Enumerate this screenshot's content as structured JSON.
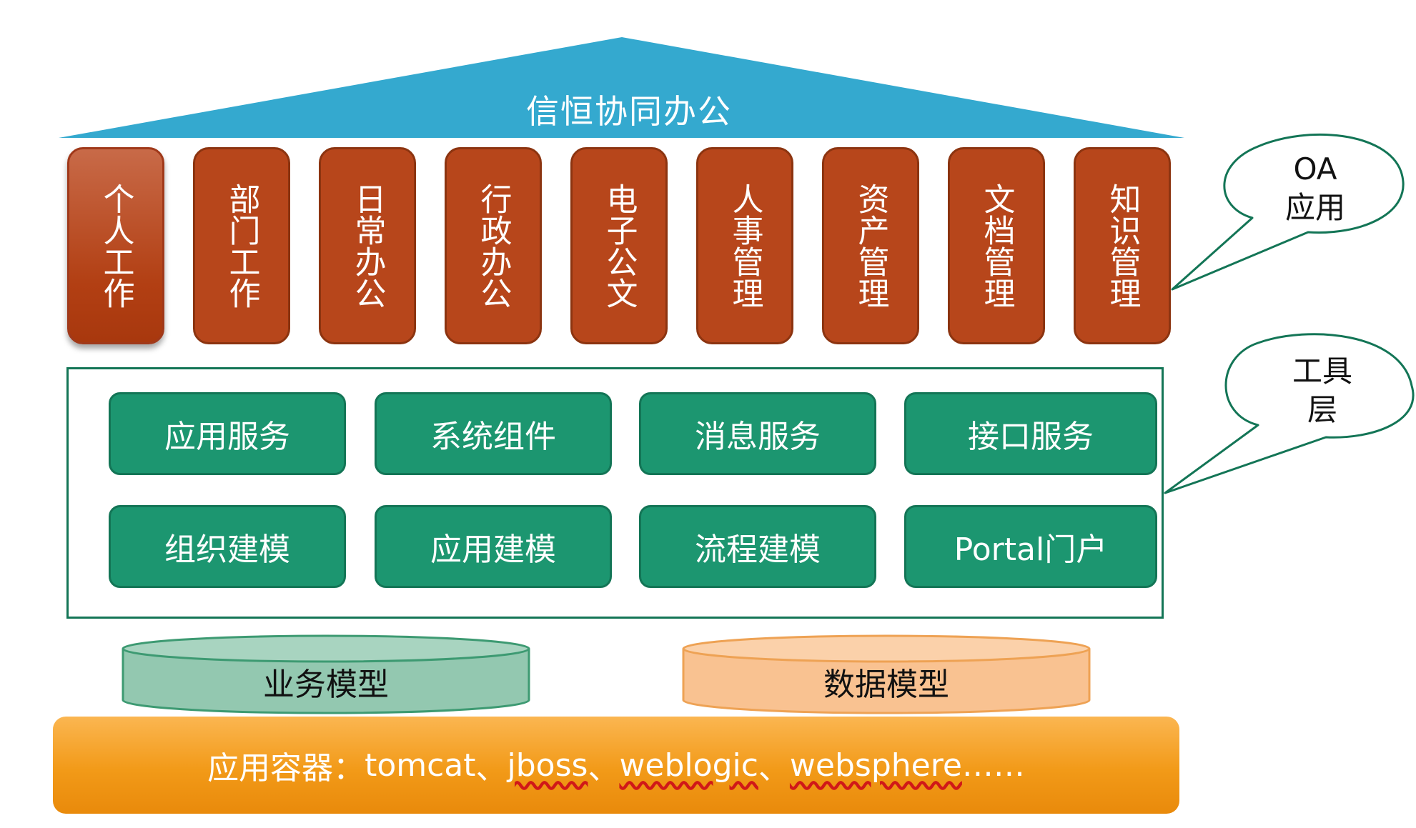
{
  "roof": {
    "title": "信恒协同办公",
    "color": "#34a9cf"
  },
  "apps": [
    {
      "label": "个人工作",
      "active": true
    },
    {
      "label": "部门工作"
    },
    {
      "label": "日常办公"
    },
    {
      "label": "行政办公"
    },
    {
      "label": "电子公文"
    },
    {
      "label": "人事管理"
    },
    {
      "label": "资产管理"
    },
    {
      "label": "文档管理"
    },
    {
      "label": "知识管理"
    }
  ],
  "tools": [
    [
      "应用服务",
      "系统组件",
      "消息服务",
      "接口服务"
    ],
    [
      "组织建模",
      "应用建模",
      "流程建模",
      "Portal门户"
    ]
  ],
  "models": {
    "business": "业务模型",
    "data": "数据模型"
  },
  "container": {
    "prefix": "应用容器：",
    "items": [
      "tomcat",
      "、",
      "jboss",
      "、",
      "weblogic",
      "、",
      "websphere",
      "……"
    ]
  },
  "callouts": {
    "oa": [
      "OA",
      "应用"
    ],
    "tools": [
      "工具",
      "层"
    ]
  },
  "colors": {
    "app_fill": "#b7461b",
    "tool_fill": "#1c9670",
    "business_model_fill": "#93c8b0",
    "data_model_fill": "#f9c291",
    "container_fill": "#f29a18"
  }
}
